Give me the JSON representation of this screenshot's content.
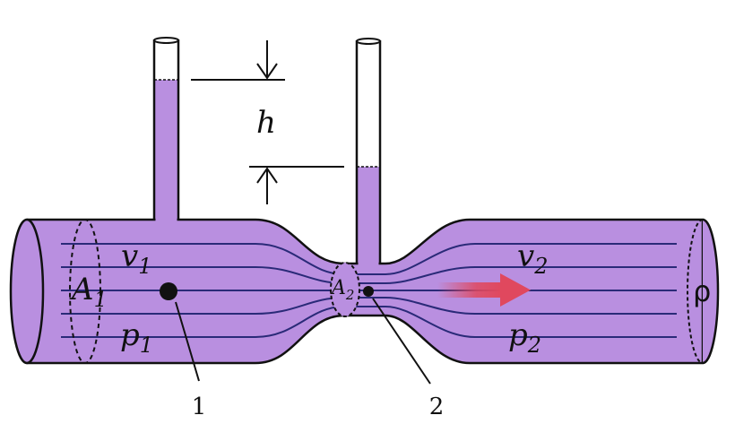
{
  "labels": {
    "h": "h",
    "v1_main": "v",
    "v1_sub": "1",
    "v2_main": "v",
    "v2_sub": "2",
    "A1_main": "A",
    "A1_sub": "1",
    "A2_main": "A",
    "A2_sub": "2",
    "p1_main": "p",
    "p1_sub": "1",
    "p2_main": "p",
    "p2_sub": "2",
    "rho": "ρ",
    "point1": "1",
    "point2": "2"
  },
  "colors": {
    "fluid": "#b98fe0",
    "outline": "#111111",
    "streamline": "#2a2a78",
    "flow_arrow": "#e0485e"
  }
}
